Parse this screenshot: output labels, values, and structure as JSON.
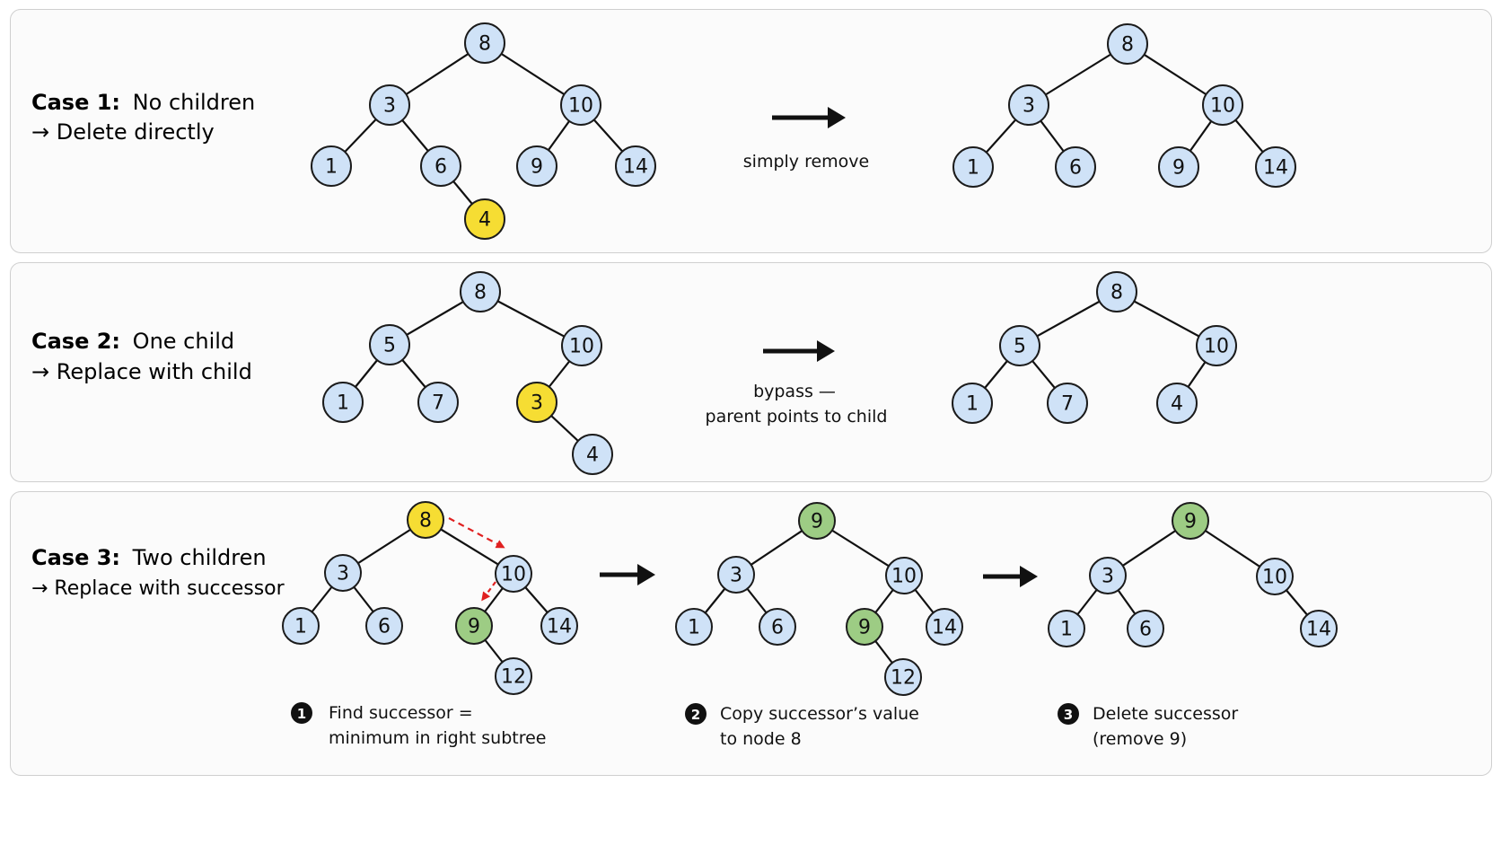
{
  "colors": {
    "node_default": "#cfe2f7",
    "node_deleted": "#f6dd33",
    "node_successor": "#9dcc84",
    "node_stroke": "#1b1b1b",
    "dashed_arrow": "#e02020"
  },
  "case1": {
    "title_bold": "Case 1:",
    "title_rest": "No children",
    "subtitle": "→ Delete directly",
    "caption": "simply remove",
    "before_nodes": [
      "8",
      "3",
      "10",
      "1",
      "6",
      "9",
      "14",
      "4"
    ],
    "after_nodes": [
      "8",
      "3",
      "10",
      "1",
      "6",
      "9",
      "14"
    ]
  },
  "case2": {
    "title_bold": "Case 2:",
    "title_rest": "One child",
    "subtitle": "→ Replace with child",
    "caption_line1": "bypass —",
    "caption_line2": "parent points to child",
    "before_nodes": [
      "8",
      "5",
      "10",
      "1",
      "7",
      "3",
      "4"
    ],
    "after_nodes": [
      "8",
      "5",
      "10",
      "1",
      "7",
      "4"
    ]
  },
  "case3": {
    "title_bold": "Case 3:",
    "title_rest": "Two children",
    "subtitle": "→ Replace with successor",
    "step1_num": "1",
    "step1_line1": "Find successor =",
    "step1_line2": "minimum in right subtree",
    "step2_num": "2",
    "step2_line1": "Copy successor’s value",
    "step2_line2": "to node 8",
    "step3_num": "3",
    "step3_line1": "Delete successor",
    "step3_line2": "(remove 9)",
    "tree_a_nodes": [
      "8",
      "3",
      "10",
      "1",
      "6",
      "9",
      "14",
      "12"
    ],
    "tree_b_nodes": [
      "9",
      "3",
      "10",
      "1",
      "6",
      "9",
      "14",
      "12"
    ],
    "tree_c_nodes": [
      "9",
      "3",
      "10",
      "1",
      "6",
      "14"
    ]
  }
}
